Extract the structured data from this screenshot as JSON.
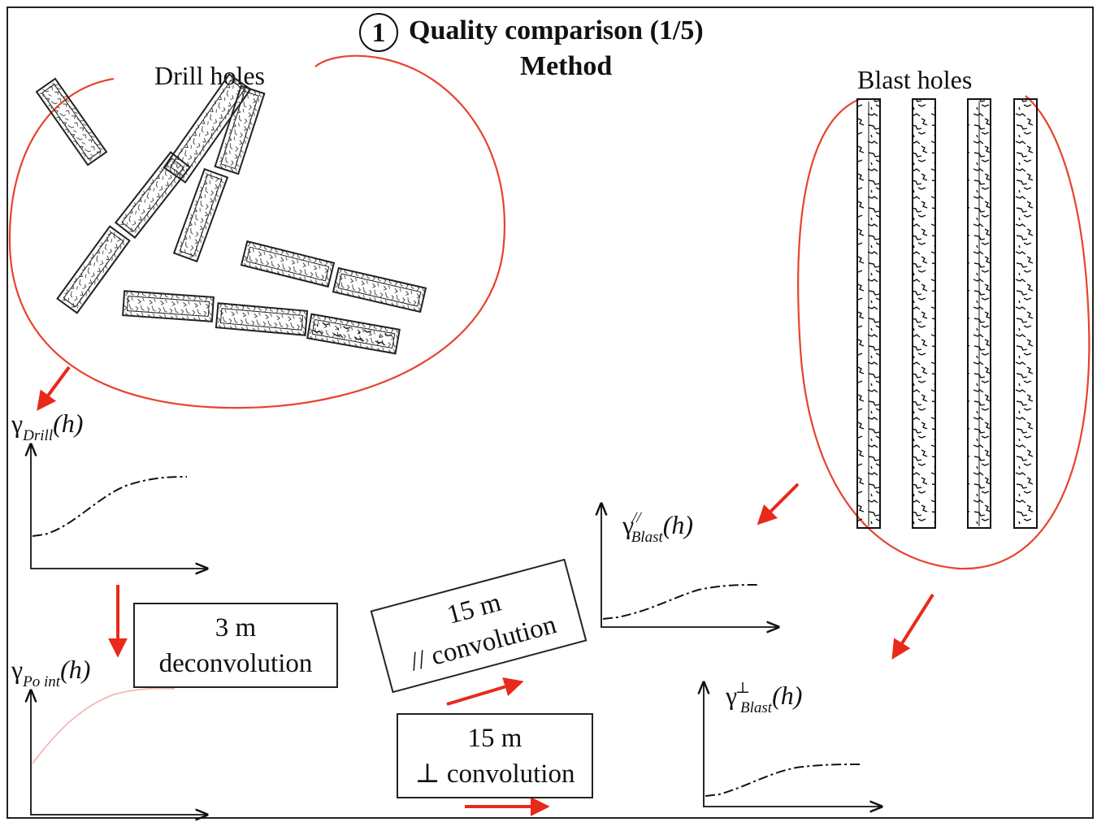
{
  "title": {
    "circled_number": "1",
    "line1": "Quality comparison (1/5)",
    "line2": "Method"
  },
  "groups": {
    "drill_label": "Drill holes",
    "blast_label": "Blast holes"
  },
  "boxes": {
    "deconv_line1": "3 m",
    "deconv_line2": "deconvolution",
    "parallel_line1": "15 m",
    "parallel_line2": "// convolution",
    "perp_line1": "15 m",
    "perp_line2": "⊥ convolution"
  },
  "variograms": {
    "drill": {
      "symbol": "γ",
      "subscript": "Drill",
      "arg": "(h)"
    },
    "point": {
      "symbol": "γ",
      "subscript": "Po int",
      "arg": "(h)"
    },
    "blast_parallel": {
      "symbol": "γ",
      "superscript": "//",
      "subscript": "Blast",
      "arg": "(h)"
    },
    "blast_perp": {
      "symbol": "γ",
      "superscript": "⊥",
      "subscript": "Blast",
      "arg": "(h)"
    }
  },
  "colors": {
    "accent_red": "#e8432c",
    "arrow_red": "#e82a1a",
    "ink": "#111111",
    "faint_curve": "#f3b9b3"
  }
}
